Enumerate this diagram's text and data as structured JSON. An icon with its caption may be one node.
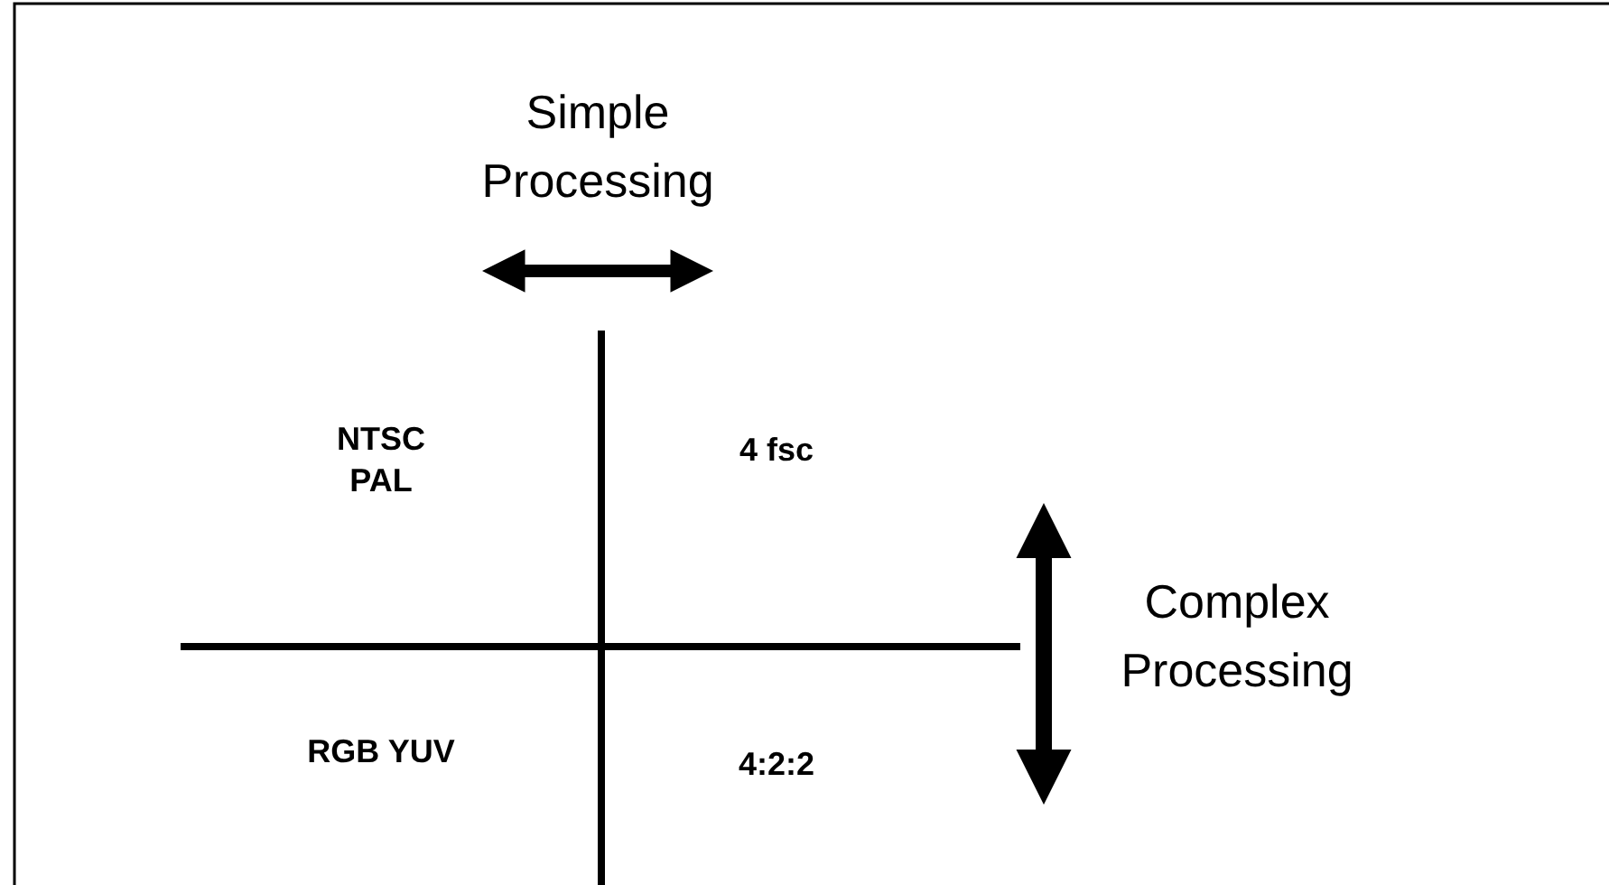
{
  "diagram": {
    "labels": [
      "Simple Processing",
      "NTSC PAL",
      "4 fsc",
      "Complex Processing",
      "RGB YUV",
      "4:2:2"
    ]
  }
}
